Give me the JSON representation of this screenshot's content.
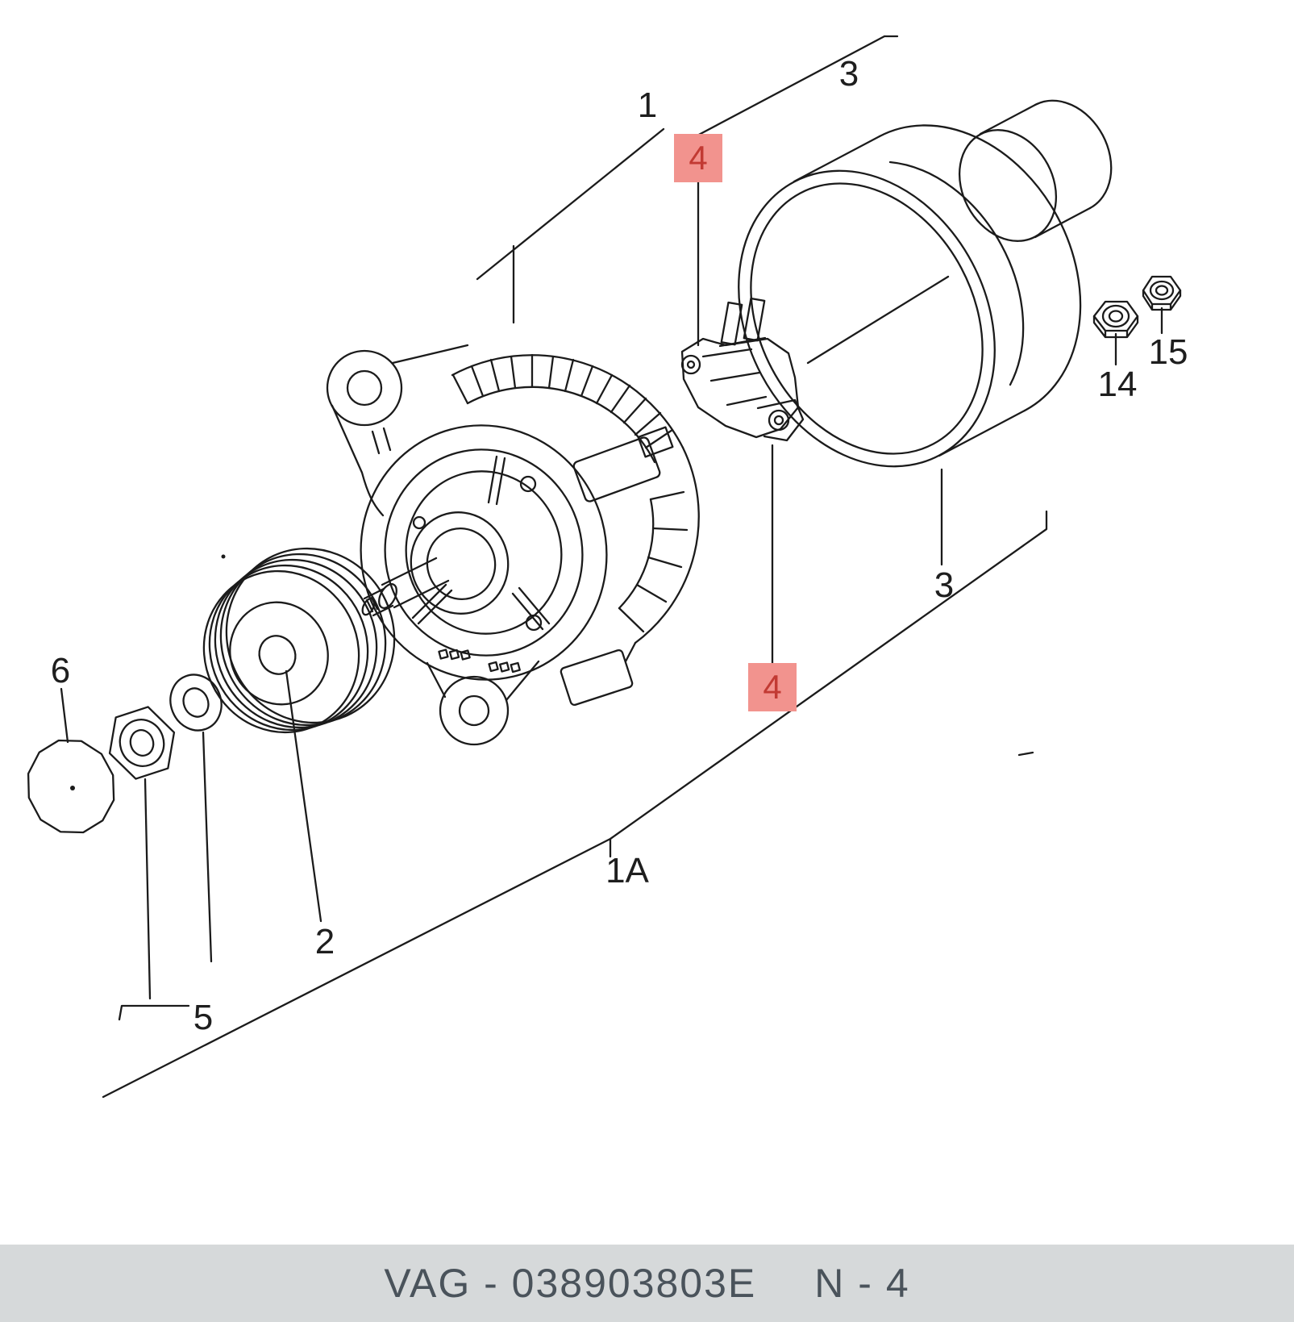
{
  "page": {
    "background": "#ffffff"
  },
  "colors": {
    "line": "#1b1b1b",
    "highlight_bg": "#f2938e",
    "highlight_text": "#c23a33",
    "footer_bg": "#d6d9da",
    "footer_text": "#4a535b"
  },
  "callouts": [
    {
      "ref": "1",
      "highlighted": false
    },
    {
      "ref": "3",
      "highlighted": false
    },
    {
      "ref": "4",
      "highlighted": true
    },
    {
      "ref": "15",
      "highlighted": false
    },
    {
      "ref": "14",
      "highlighted": false
    },
    {
      "ref": "3",
      "highlighted": false
    },
    {
      "ref": "4",
      "highlighted": true
    },
    {
      "ref": "6",
      "highlighted": false
    },
    {
      "ref": "2",
      "highlighted": false
    },
    {
      "ref": "5",
      "highlighted": false
    },
    {
      "ref": "1A",
      "highlighted": false
    }
  ],
  "footer": {
    "catalog_code": "VAG - 038903803E",
    "sheet_code": "N - 4"
  }
}
